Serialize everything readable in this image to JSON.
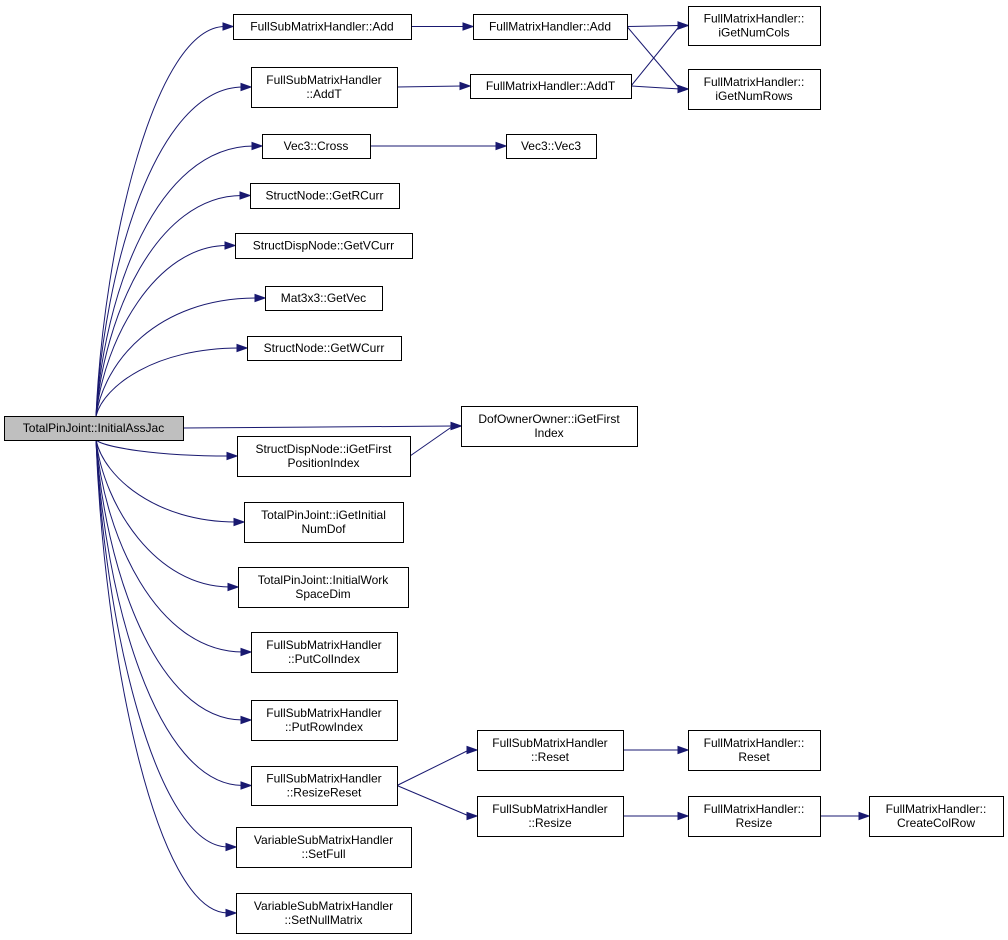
{
  "graph": {
    "nodes": {
      "root": [
        "TotalPinJoint::InitialAssJac"
      ],
      "fsmh_add": [
        "FullSubMatrixHandler::Add"
      ],
      "fmh_add": [
        "FullMatrixHandler::Add"
      ],
      "fmh_cols": [
        "FullMatrixHandler::",
        "iGetNumCols"
      ],
      "fsmh_addt": [
        "FullSubMatrixHandler",
        "::AddT"
      ],
      "fmh_addt": [
        "FullMatrixHandler::AddT"
      ],
      "fmh_rows": [
        "FullMatrixHandler::",
        "iGetNumRows"
      ],
      "vec3_cross": [
        "Vec3::Cross"
      ],
      "vec3_vec3": [
        "Vec3::Vec3"
      ],
      "sn_getrcurr": [
        "StructNode::GetRCurr"
      ],
      "sdn_getvcurr": [
        "StructDispNode::GetVCurr"
      ],
      "mat_getvec": [
        "Mat3x3::GetVec"
      ],
      "sn_getwcurr": [
        "StructNode::GetWCurr"
      ],
      "doo_first": [
        "DofOwnerOwner::iGetFirst",
        "Index"
      ],
      "sdn_firstpos": [
        "StructDispNode::iGetFirst",
        "PositionIndex"
      ],
      "tpj_numdof": [
        "TotalPinJoint::iGetInitial",
        "NumDof"
      ],
      "tpj_workspace": [
        "TotalPinJoint::InitialWork",
        "SpaceDim"
      ],
      "fsmh_putcol": [
        "FullSubMatrixHandler",
        "::PutColIndex"
      ],
      "fsmh_putrow": [
        "FullSubMatrixHandler",
        "::PutRowIndex"
      ],
      "fsmh_resizereset": [
        "FullSubMatrixHandler",
        "::ResizeReset"
      ],
      "fsmh_reset": [
        "FullSubMatrixHandler",
        "::Reset"
      ],
      "fmh_reset": [
        "FullMatrixHandler::",
        "Reset"
      ],
      "fsmh_resize": [
        "FullSubMatrixHandler",
        "::Resize"
      ],
      "fmh_resize": [
        "FullMatrixHandler::",
        "Resize"
      ],
      "fmh_createcolrow": [
        "FullMatrixHandler::",
        "CreateColRow"
      ],
      "vsmh_setfull": [
        "VariableSubMatrixHandler",
        "::SetFull"
      ],
      "vsmh_setnull": [
        "VariableSubMatrixHandler",
        "::SetNullMatrix"
      ]
    },
    "edges": [
      [
        "root",
        "fsmh_add"
      ],
      [
        "root",
        "fsmh_addt"
      ],
      [
        "root",
        "vec3_cross"
      ],
      [
        "root",
        "sn_getrcurr"
      ],
      [
        "root",
        "sdn_getvcurr"
      ],
      [
        "root",
        "mat_getvec"
      ],
      [
        "root",
        "sn_getwcurr"
      ],
      [
        "root",
        "doo_first"
      ],
      [
        "root",
        "sdn_firstpos"
      ],
      [
        "root",
        "tpj_numdof"
      ],
      [
        "root",
        "tpj_workspace"
      ],
      [
        "root",
        "fsmh_putcol"
      ],
      [
        "root",
        "fsmh_putrow"
      ],
      [
        "root",
        "fsmh_resizereset"
      ],
      [
        "root",
        "vsmh_setfull"
      ],
      [
        "root",
        "vsmh_setnull"
      ],
      [
        "fsmh_add",
        "fmh_add"
      ],
      [
        "fmh_add",
        "fmh_cols"
      ],
      [
        "fmh_add",
        "fmh_rows"
      ],
      [
        "fsmh_addt",
        "fmh_addt"
      ],
      [
        "fmh_addt",
        "fmh_cols"
      ],
      [
        "fmh_addt",
        "fmh_rows"
      ],
      [
        "vec3_cross",
        "vec3_vec3"
      ],
      [
        "sdn_firstpos",
        "doo_first"
      ],
      [
        "fsmh_resizereset",
        "fsmh_reset"
      ],
      [
        "fsmh_resizereset",
        "fsmh_resize"
      ],
      [
        "fsmh_reset",
        "fmh_reset"
      ],
      [
        "fsmh_resize",
        "fmh_resize"
      ],
      [
        "fmh_resize",
        "fmh_createcolrow"
      ]
    ]
  }
}
